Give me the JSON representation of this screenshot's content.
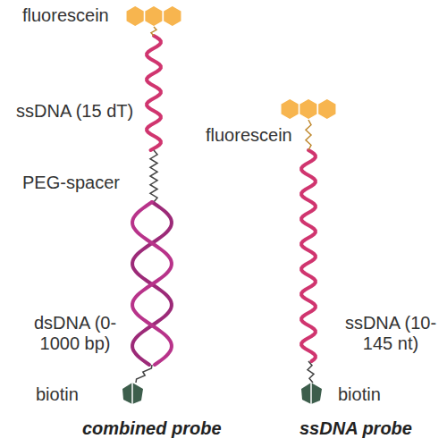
{
  "diagram": {
    "labels": [
      "fluorescein",
      "ssDNA (15 dT)",
      "PEG-spacer",
      "dsDNA (0-1000 bp)",
      "biotin",
      "combined probe",
      "fluorescein",
      "ssDNA (10-145 nt)",
      "biotin",
      "ssDNA probe"
    ]
  }
}
